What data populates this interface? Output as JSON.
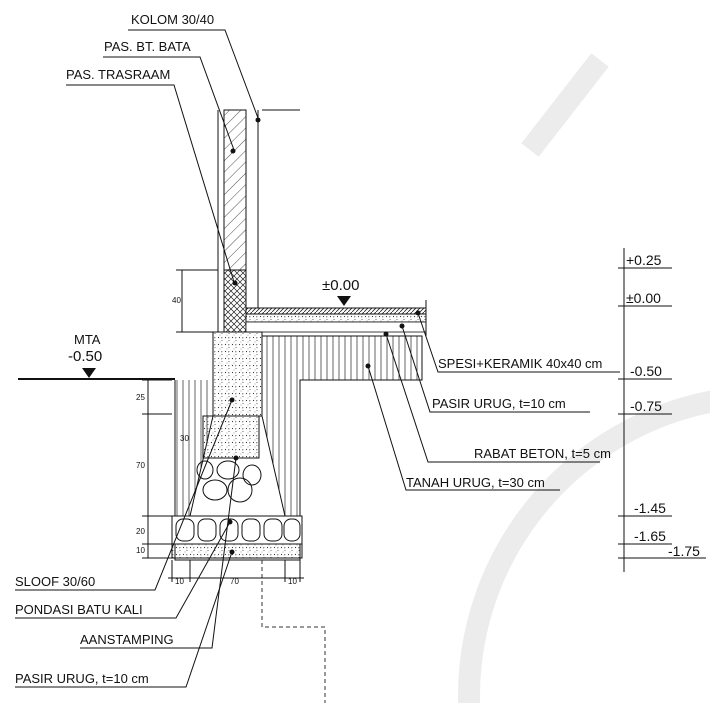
{
  "labels": {
    "kolom": "KOLOM 30/40",
    "pas_bt_bata": "PAS. BT. BATA",
    "pas_trasraam": "PAS. TRASRAAM",
    "mta": "MTA",
    "mta_level": "-0.50",
    "floor_level": "±0.00",
    "spesi_keramik": "SPESI+KERAMIK 40x40 cm",
    "pasir_urug_floor": "PASIR URUG, t=10 cm",
    "rabat_beton": "RABAT BETON, t=5 cm",
    "tanah_urug": "TANAH URUG, t=30 cm",
    "sloof": "SLOOF 30/60",
    "pondasi_batu_kali": "PONDASI BATU KALI",
    "aanstamping": "AANSTAMPING",
    "pasir_urug_base": "PASIR URUG, t=10 cm"
  },
  "dimensions": {
    "trasraam_height": "40",
    "d25": "25",
    "d70": "70",
    "d20": "20",
    "d10": "10",
    "d30": "30",
    "bottom_left": "10",
    "bottom_mid": "70",
    "bottom_right": "10"
  },
  "levels": [
    "+0.25",
    "±0.00",
    "-0.50",
    "-0.75",
    "-1.45",
    "-1.65",
    "-1.75"
  ],
  "colors": {
    "line": "#111111",
    "background": "#ffffff"
  }
}
